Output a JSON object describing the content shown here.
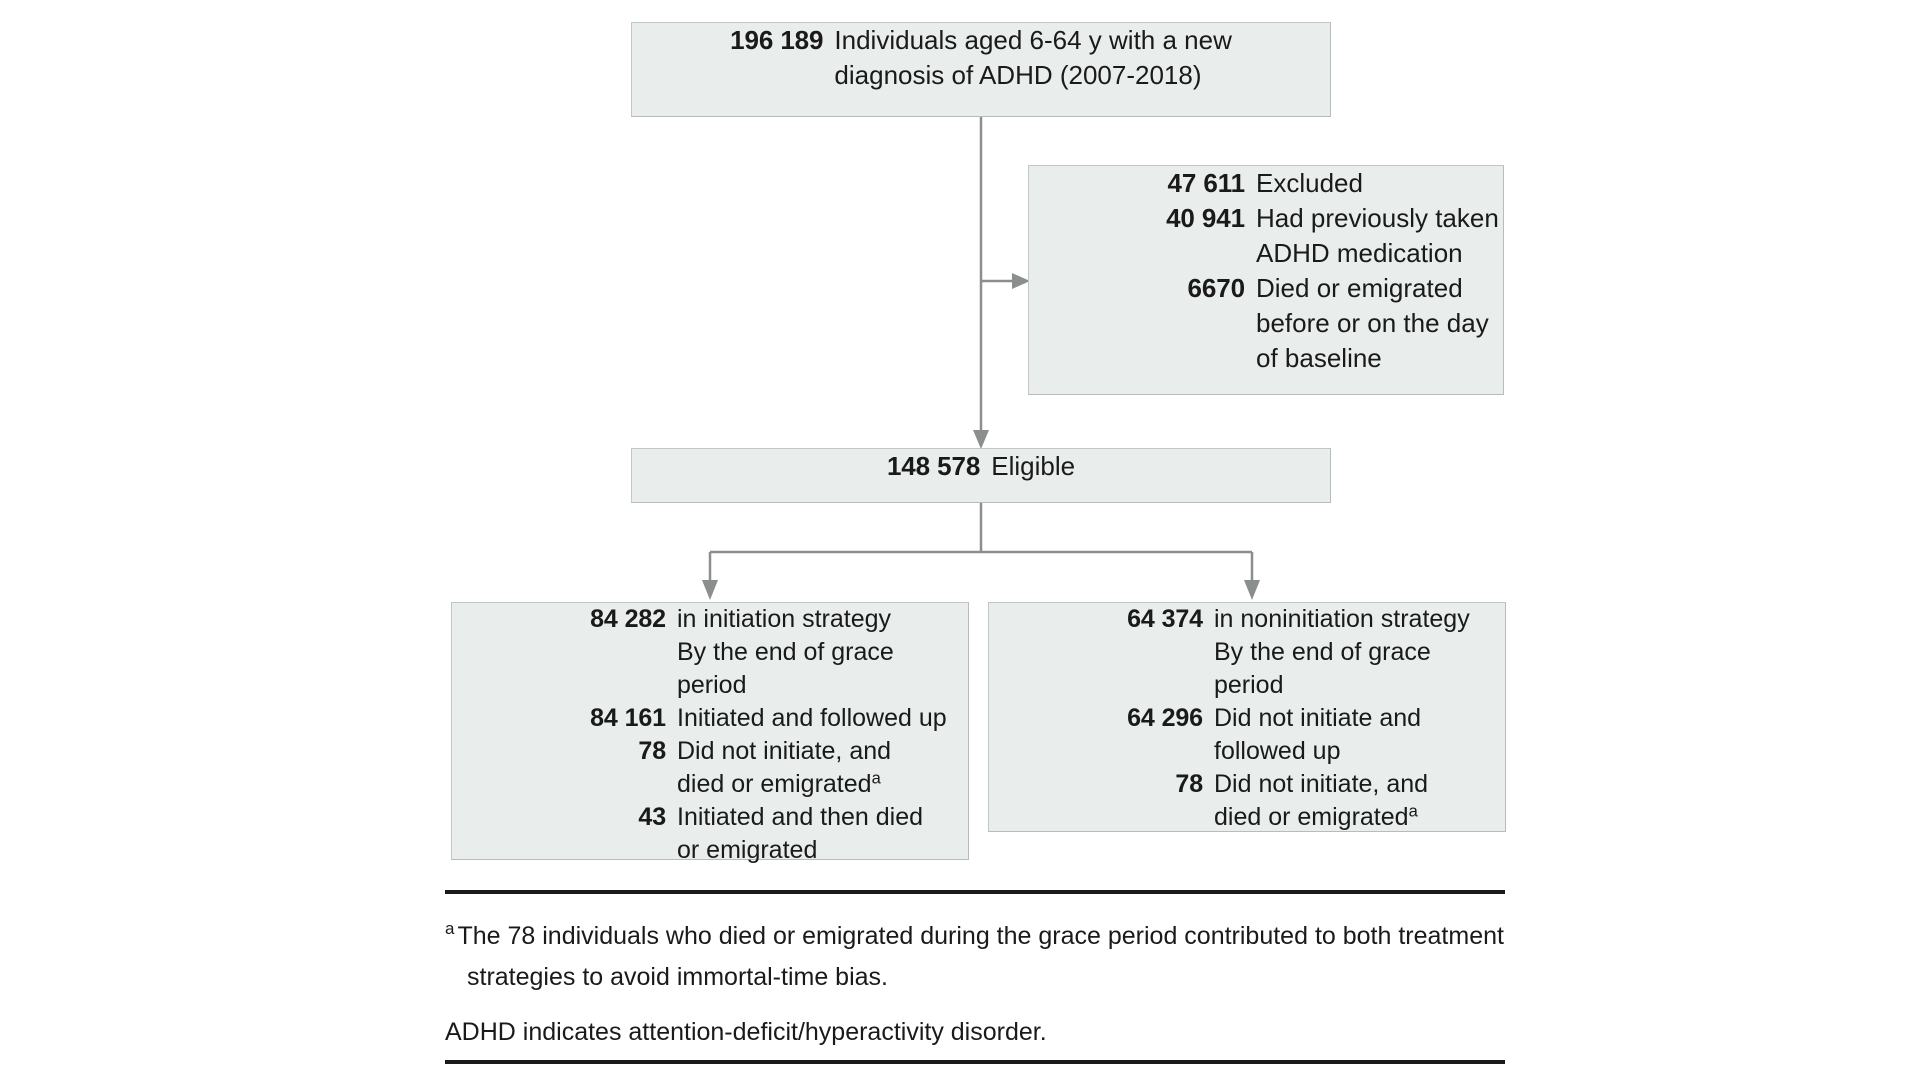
{
  "figure": {
    "type": "participant-flow-diagram",
    "boxes": [
      {
        "id": "top",
        "rows": [
          {
            "number": "196 189",
            "text": "Individuals aged 6-64 y with a new\ndiagnosis of ADHD (2007-2018)"
          }
        ]
      },
      {
        "id": "excluded",
        "rows": [
          {
            "number": "47 611",
            "text": "Excluded",
            "level": 1
          },
          {
            "number": "40 941",
            "text": "Had previously taken\nADHD medication",
            "level": 2
          },
          {
            "number": "6670",
            "text": "Died or emigrated\nbefore or on the day\nof baseline",
            "level": 2
          }
        ]
      },
      {
        "id": "eligible",
        "rows": [
          {
            "number": "148 578",
            "text": "Eligible"
          }
        ]
      },
      {
        "id": "initiation",
        "rows": [
          {
            "number": "84 282",
            "text": "in initiation strategy",
            "level": 1
          },
          {
            "number": "",
            "text": "By the end of grace period",
            "level": 1
          },
          {
            "number": "84 161",
            "text": "Initiated and followed up",
            "level": 2
          },
          {
            "number": "78",
            "text": "Did not initiate, and\ndied or emigrated",
            "level": 2,
            "footnote": "a"
          },
          {
            "number": "43",
            "text": "Initiated and then died\nor emigrated",
            "level": 2
          }
        ]
      },
      {
        "id": "noninitiation",
        "rows": [
          {
            "number": "64 374",
            "text": "in noninitiation strategy",
            "level": 1
          },
          {
            "number": "",
            "text": "By the end of grace period",
            "level": 1
          },
          {
            "number": "64 296",
            "text": "Did not initiate and\nfollowed up",
            "level": 2
          },
          {
            "number": "78",
            "text": "Did not initiate, and\ndied or emigrated",
            "level": 2,
            "footnote": "a"
          }
        ]
      }
    ],
    "colors": {
      "box_fill": "#e9edeb",
      "box_border": "#b7bcbb",
      "connector": "#8a8f8e",
      "rule": "#1a1a1a",
      "text": "#1a1a1a"
    }
  },
  "box_top": {
    "number": "196 189",
    "line1": "Individuals aged 6-64 y with a new",
    "line2": "diagnosis of ADHD (2007-2018)"
  },
  "box_excluded": {
    "r1_num": "47 611",
    "r1_txt": "Excluded",
    "r2_num": "40 941",
    "r2_txt": "Had previously taken\nADHD medication",
    "r3_num": "6670",
    "r3_txt": "Died or emigrated\nbefore or on the day\nof baseline"
  },
  "box_eligible": {
    "number": "148 578",
    "label": "Eligible"
  },
  "box_initiation": {
    "r1_num": "84 282",
    "r1_txt": "in initiation strategy",
    "r2_txt": "By the end of grace period",
    "r3_num": "84 161",
    "r3_txt": "Initiated and followed up",
    "r4_num": "78",
    "r4_txt": "Did not initiate, and\ndied or emigrated",
    "r4_fn": "a",
    "r5_num": "43",
    "r5_txt": "Initiated and then died\nor emigrated"
  },
  "box_noninitiation": {
    "r1_num": "64 374",
    "r1_txt": "in noninitiation strategy",
    "r2_txt": "By the end of grace period",
    "r3_num": "64 296",
    "r3_txt": "Did not initiate and\nfollowed up",
    "r4_num": "78",
    "r4_txt": "Did not initiate, and\ndied or emigrated",
    "r4_fn": "a"
  },
  "footnotes": {
    "marker_a": "a",
    "note_a": "The 78 individuals who died or emigrated during the grace period contributed to both treatment strategies to avoid immortal-time bias.",
    "abbreviation": "ADHD indicates attention-deficit/hyperactivity disorder."
  }
}
